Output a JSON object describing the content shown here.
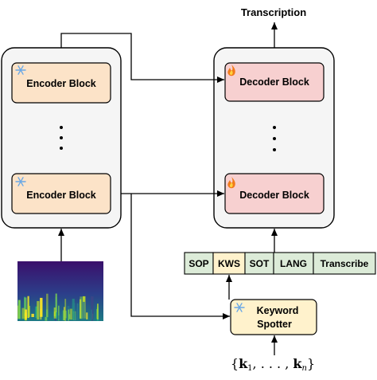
{
  "output_label": "Transcription",
  "encoder": {
    "block_top_label": "Encoder Block",
    "block_bottom_label": "Encoder Block",
    "frozen_icon": "snowflake-icon"
  },
  "decoder": {
    "block_top_label": "Decoder Block",
    "block_bottom_label": "Decoder Block",
    "trainable_icon": "fire-icon"
  },
  "tokens": [
    "SOP",
    "KWS",
    "SOT",
    "LANG",
    "Transcribe"
  ],
  "spotter": {
    "line1": "Keyword",
    "line2": "Spotter",
    "frozen_icon": "snowflake-icon"
  },
  "keywords": {
    "open": "{",
    "k1": "k",
    "k1_sub": "1",
    "sep": ", . . . , ",
    "kn": "k",
    "kn_sub": "n",
    "close": "}"
  },
  "colors": {
    "encoder_fill": "#fce3c8",
    "decoder_fill": "#f7d0d0",
    "spotter_fill": "#fff2cc",
    "token_fill": "#dcebd8",
    "kws_fill": "#fff2cc",
    "container_fill": "#f5f5f5"
  }
}
